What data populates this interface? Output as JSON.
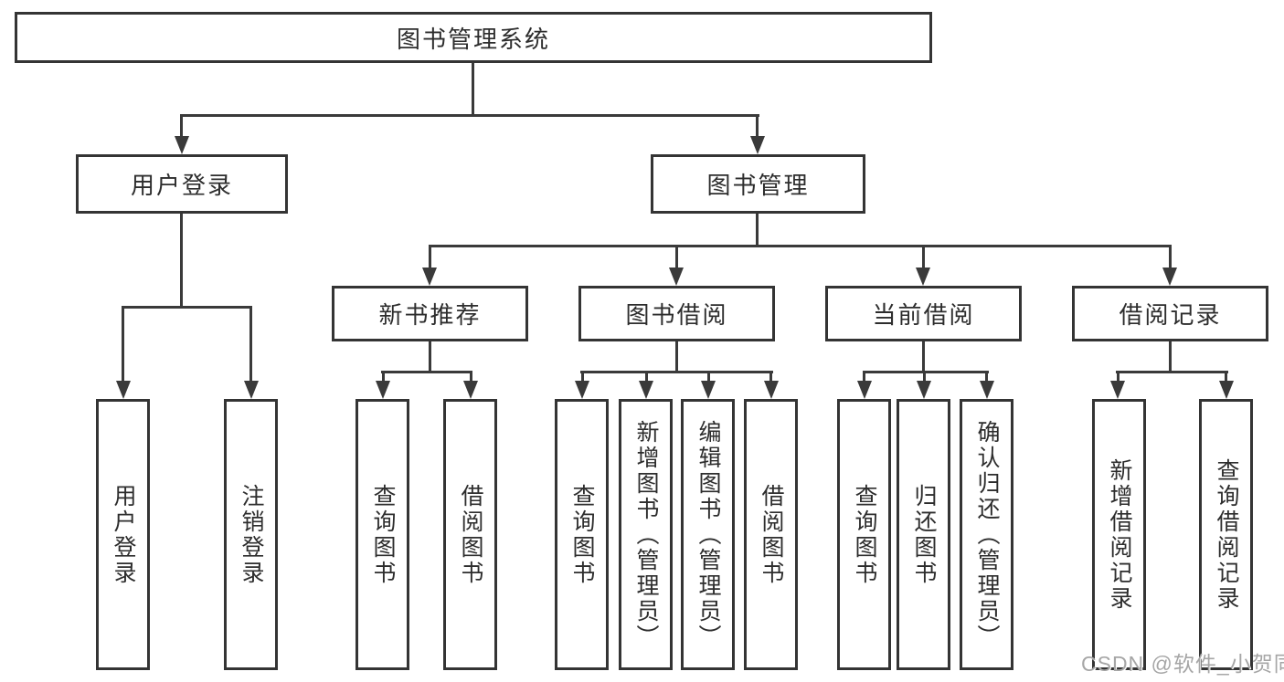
{
  "colors": {
    "line": "#3a3a3a",
    "border": "#343434",
    "text": "#2d2d2d",
    "background": "#ffffff",
    "watermark": "#a6a6a6"
  },
  "tree": {
    "root": {
      "label": "图书管理系统"
    },
    "branches": [
      {
        "label": "用户登录",
        "children": [
          {
            "label": "用户登录"
          },
          {
            "label": "注销登录"
          }
        ]
      },
      {
        "label": "图书管理",
        "children": [
          {
            "label": "新书推荐",
            "children": [
              {
                "label": "查询图书"
              },
              {
                "label": "借阅图书"
              }
            ]
          },
          {
            "label": "图书借阅",
            "children": [
              {
                "label": "查询图书"
              },
              {
                "label": "新增图书（管理员）"
              },
              {
                "label": "编辑图书（管理员）"
              },
              {
                "label": "借阅图书"
              }
            ]
          },
          {
            "label": "当前借阅",
            "children": [
              {
                "label": "查询图书"
              },
              {
                "label": "归还图书"
              },
              {
                "label": "确认归还（管理员）"
              }
            ]
          },
          {
            "label": "借阅记录",
            "children": [
              {
                "label": "新增借阅记录"
              },
              {
                "label": "查询借阅记录"
              }
            ]
          }
        ]
      }
    ]
  },
  "watermark": {
    "text": "CSDN @软件_小贺同学"
  }
}
